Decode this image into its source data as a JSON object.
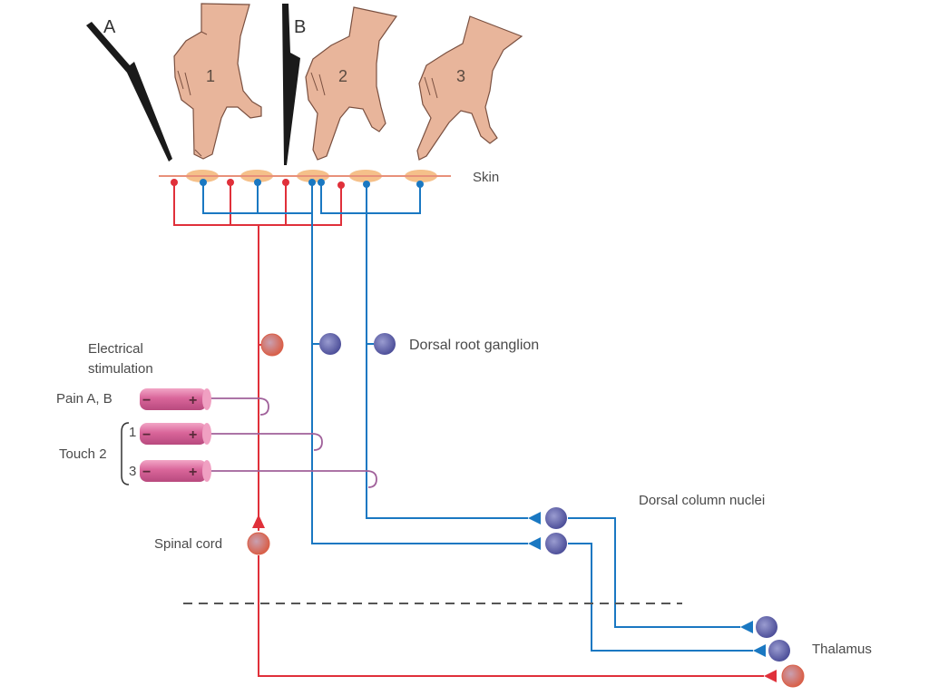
{
  "diagram": {
    "stimuli": {
      "needles": [
        {
          "id": "A",
          "label": "A"
        },
        {
          "id": "B",
          "label": "B"
        }
      ],
      "fingers": [
        {
          "id": "1",
          "label": "1"
        },
        {
          "id": "2",
          "label": "2"
        },
        {
          "id": "3",
          "label": "3"
        }
      ]
    },
    "labels": {
      "skin": "Skin",
      "dorsal_root_ganglion": "Dorsal root ganglion",
      "electrical_stimulation_line1": "Electrical",
      "electrical_stimulation_line2": "stimulation",
      "pain": "Pain  A, B",
      "touch": "Touch  2",
      "touch_1": "1",
      "touch_3": "3",
      "spinal_cord": "Spinal cord",
      "dorsal_column_nuclei": "Dorsal column nuclei",
      "thalamus": "Thalamus"
    },
    "electrodes": [
      {
        "name": "pain",
        "minus": "−",
        "plus": "+"
      },
      {
        "name": "touch-1",
        "minus": "−",
        "plus": "+"
      },
      {
        "name": "touch-3",
        "minus": "−",
        "plus": "+"
      }
    ],
    "pathways": [
      {
        "name": "pain-pathway",
        "modality": "pain",
        "color": "#e0303a"
      },
      {
        "name": "touch-pathway-a",
        "modality": "touch",
        "color": "#1a78c2"
      },
      {
        "name": "touch-pathway-b",
        "modality": "touch",
        "color": "#1a78c2"
      }
    ],
    "colors": {
      "pain": "#e0303a",
      "touch": "#1a78c2",
      "pain_neuron": "#d9705a",
      "touch_neuron": "#6a6cb0",
      "stim_wire": "#a0609a",
      "skin_line": "#e8907a",
      "receptor": "#f5c08a",
      "electrode": "#d9659a",
      "hand": "#e8b59b"
    }
  }
}
